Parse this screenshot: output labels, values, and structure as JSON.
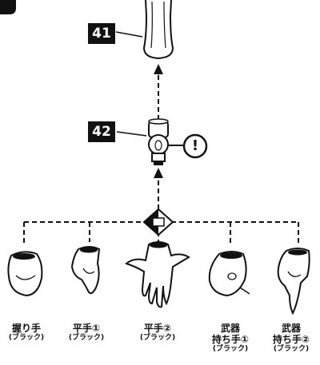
{
  "steps": {
    "top_part_number": "41",
    "joint_part_number": "42",
    "caution_mark": "!"
  },
  "hand_options": [
    {
      "name": "握り手",
      "sub": "(ブラック)"
    },
    {
      "name": "平手①",
      "sub": "(ブラック)"
    },
    {
      "name": "平手②",
      "sub": "(ブラック)"
    },
    {
      "name": "武器",
      "name2": "持ち手①",
      "sub": "(ブラック)"
    },
    {
      "name": "武器",
      "name2": "持ち手②",
      "sub": "(ブラック)"
    }
  ],
  "colors": {
    "ink": "#111111",
    "background": "#ffffff"
  },
  "icons": [
    "corner-mark-icon",
    "caution-icon",
    "choose-one-icon",
    "arrow-up-icon"
  ]
}
